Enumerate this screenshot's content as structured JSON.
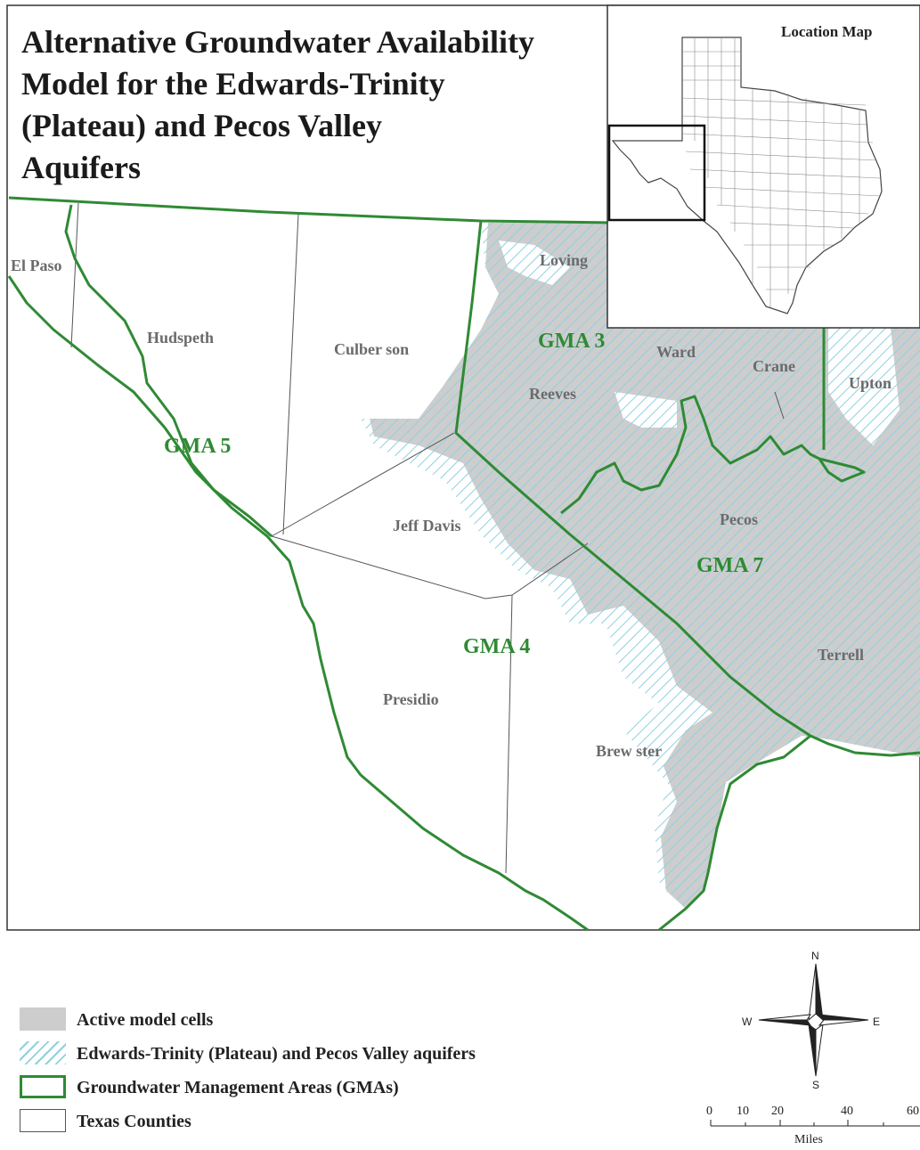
{
  "title_lines": [
    "Alternative Groundwater Availability",
    "Model for the Edwards-Trinity",
    "(Plateau)  and Pecos Valley",
    "Aquifers"
  ],
  "location_map": {
    "title": "Location Map"
  },
  "counties": {
    "el_paso": "El Paso",
    "hudspeth": "Hudspeth",
    "culberson": "Culber son",
    "loving": "Loving",
    "ward": "Ward",
    "reeves": "Reeves",
    "crane": "Crane",
    "upton": "Upton",
    "jeff_davis": "Jeff Davis",
    "pecos": "Pecos",
    "presidio": "Presidio",
    "brewster": "Brew ster",
    "terrell": "Terrell"
  },
  "gmas": {
    "gma3": "GMA 3",
    "gma4": "GMA 4",
    "gma5": "GMA 5",
    "gma7": "GMA 7"
  },
  "legend": [
    {
      "key": "active",
      "label": "Active model cells"
    },
    {
      "key": "aquifer",
      "label": "Edwards-Trinity (Plateau) and Pecos Valley aquifers"
    },
    {
      "key": "gma",
      "label": "Groundwater Management Areas (GMAs)"
    },
    {
      "key": "county",
      "label": "Texas Counties"
    }
  ],
  "compass": {
    "n": "N",
    "s": "S",
    "e": "E",
    "w": "W"
  },
  "scale_bar": {
    "ticks": [
      "0",
      "10",
      "20",
      "40",
      "60"
    ],
    "unit": "Miles"
  },
  "colors": {
    "gma_boundary": "#2f8a34",
    "active_cells": "#cdcdcd",
    "aquifer_hatch": "#8fd0e0",
    "county_line": "#555555"
  }
}
